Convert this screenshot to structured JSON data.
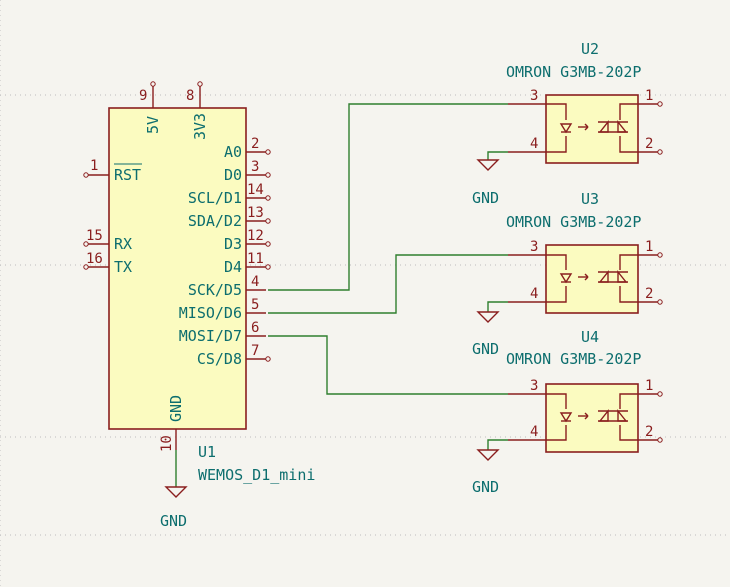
{
  "u1": {
    "ref": "U1",
    "value": "WEMOS_D1_mini",
    "gnd_label": "GND",
    "pins": [
      {
        "num": "9",
        "name": "5V"
      },
      {
        "num": "8",
        "name": "3V3"
      },
      {
        "num": "1",
        "name": "RST"
      },
      {
        "num": "15",
        "name": "RX"
      },
      {
        "num": "16",
        "name": "TX"
      },
      {
        "num": "2",
        "name": "A0"
      },
      {
        "num": "3",
        "name": "D0"
      },
      {
        "num": "14",
        "name": "SCL/D1"
      },
      {
        "num": "13",
        "name": "SDA/D2"
      },
      {
        "num": "12",
        "name": "D3"
      },
      {
        "num": "11",
        "name": "D4"
      },
      {
        "num": "4",
        "name": "SCK/D5"
      },
      {
        "num": "5",
        "name": "MISO/D6"
      },
      {
        "num": "6",
        "name": "MOSI/D7"
      },
      {
        "num": "7",
        "name": "CS/D8"
      },
      {
        "num": "10",
        "name": "GND"
      }
    ]
  },
  "relays": [
    {
      "ref": "U2",
      "value": "OMRON G3MB-202P",
      "gnd": "GND",
      "pins": [
        "3",
        "4",
        "1",
        "2"
      ]
    },
    {
      "ref": "U3",
      "value": "OMRON G3MB-202P",
      "gnd": "GND",
      "pins": [
        "3",
        "4",
        "1",
        "2"
      ]
    },
    {
      "ref": "U4",
      "value": "OMRON G3MB-202P",
      "gnd": "GND",
      "pins": [
        "3",
        "4",
        "1",
        "2"
      ]
    }
  ],
  "colors": {
    "wire": "#2f7f2f",
    "pin": "#8a1e1e",
    "body": "#fbfbc0",
    "text": "#0d6e6e",
    "background": "#f5f4ef"
  }
}
